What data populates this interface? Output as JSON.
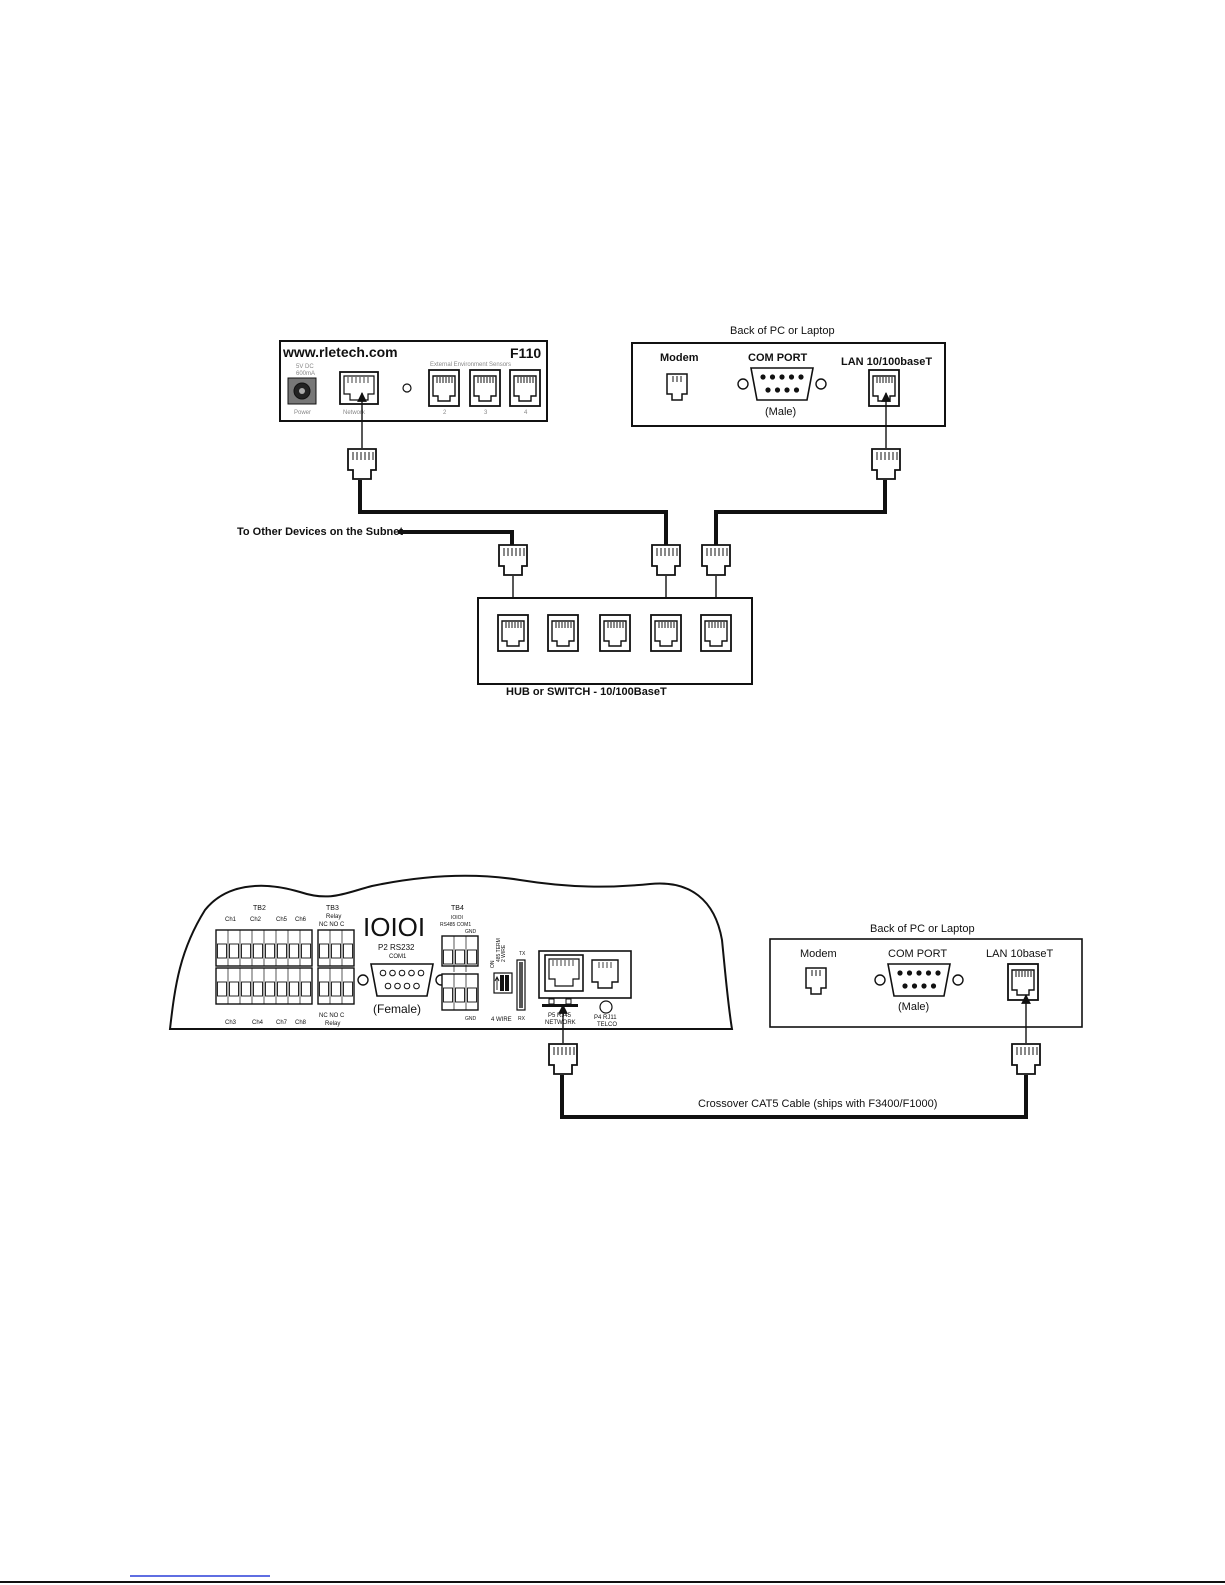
{
  "diagram1": {
    "device": {
      "website": "www.rletech.com",
      "model": "F110",
      "power_spec_1": "5V DC",
      "power_spec_2": "600mA",
      "power_label": "Power",
      "network_label": "Network",
      "sensors_label": "External Environment Sensors",
      "sensor_numbers": [
        "2",
        "3",
        "4"
      ]
    },
    "pc": {
      "title": "Back of PC or Laptop",
      "modem": "Modem",
      "com_port": "COM PORT",
      "com_gender": "(Male)",
      "lan": "LAN 10/100baseT"
    },
    "other_devices": "To Other Devices on the Subnet",
    "hub_label": "HUB or SWITCH - 10/100BaseT"
  },
  "diagram2": {
    "board": {
      "logo": "IOIOI",
      "tb2": "TB2",
      "tb3": "TB3",
      "tb3_sub": "Relay",
      "tb4": "TB4",
      "tb4_sub1": "IOIOI",
      "tb4_sub2": "RS485 COM1",
      "tb4_gnd": "GND",
      "tb4_gnd_bottom": "GND",
      "ch_top": [
        "Ch1",
        "Ch2",
        "Ch5",
        "Ch6"
      ],
      "ch_bottom": [
        "Ch3",
        "Ch4",
        "Ch7",
        "Ch8"
      ],
      "relay_pins_top": "NC  NO  C",
      "relay_pins_bottom": "NC  NO  C",
      "relay_bottom": "Relay",
      "p2_label": "P2 RS232",
      "p2_sub": "COM1",
      "female": "(Female)",
      "dip_on": "ON",
      "dip_term": "485 TERM",
      "dip_2wire": "2 WIRE",
      "dip_4wire": "4 WIRE",
      "tx": "TX",
      "rx": "RX",
      "p5_label": "P5 RJ45",
      "p5_sub": "NETWORK",
      "p4_label": "P4 RJ11",
      "p4_sub": "TELCO"
    },
    "pc": {
      "title": "Back of PC or Laptop",
      "modem": "Modem",
      "com_port": "COM PORT",
      "com_gender": "(Male)",
      "lan": "LAN 10baseT"
    },
    "cable_label": "Crossover CAT5 Cable (ships with F3400/F1000)"
  }
}
